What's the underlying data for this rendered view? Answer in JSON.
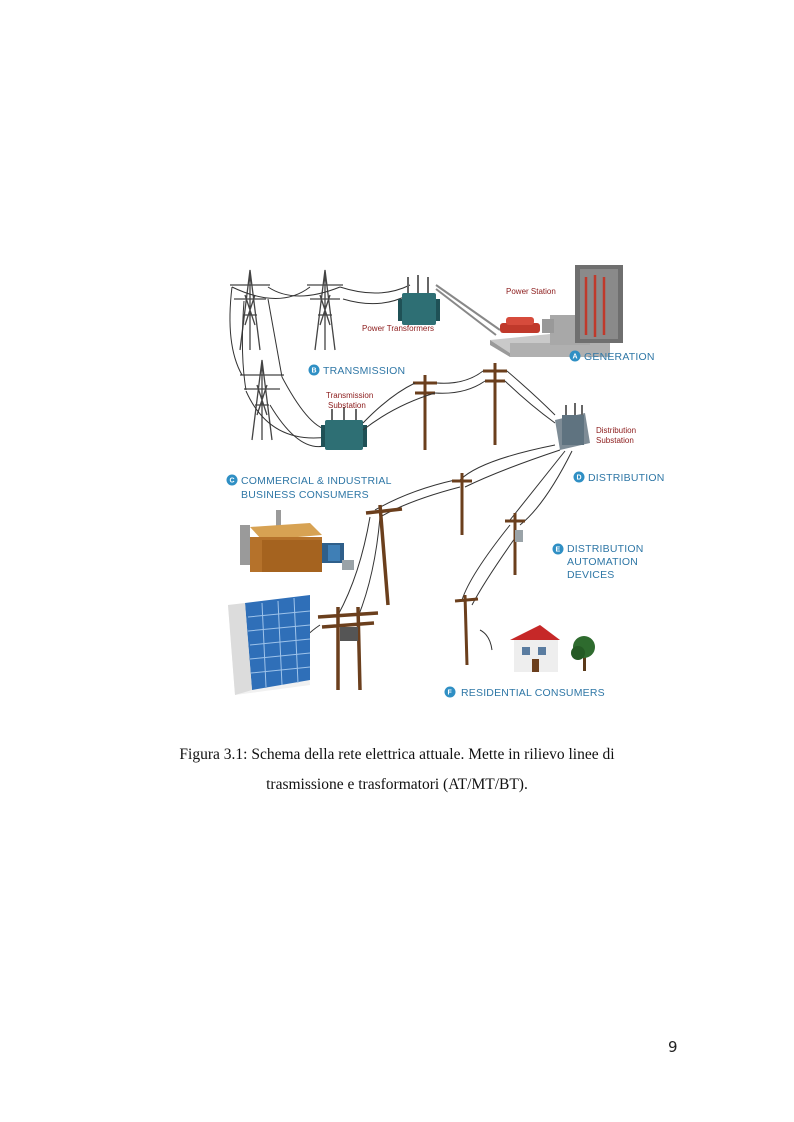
{
  "figure": {
    "labels": {
      "transmission": "TRANSMISSION",
      "generation": "GENERATION",
      "commercial_1": "COMMERCIAL & INDUSTRIAL",
      "commercial_2": "BUSINESS CONSUMERS",
      "distribution": "DISTRIBUTION",
      "automation_1": "DISTRIBUTION",
      "automation_2": "AUTOMATION",
      "automation_3": "DEVICES",
      "residential": "RESIDENTIAL CONSUMERS",
      "power_station": "Power Station",
      "power_transformers": "Power Transformers",
      "transmission_substation_1": "Transmission",
      "transmission_substation_2": "Substation",
      "distribution_substation_1": "Distribution",
      "distribution_substation_2": "Substation"
    },
    "badges": {
      "a": "A",
      "b": "B",
      "c": "C",
      "d": "D",
      "e": "E",
      "f": "F"
    },
    "colors": {
      "label_blue": "#2f77a6",
      "sub_label_red": "#8b1a1a",
      "badge_blue": "#2f8fc4"
    }
  },
  "caption": {
    "line1": "Figura 3.1: Schema della rete elettrica attuale. Mette in rilievo linee di",
    "line2": "trasmissione e trasformatori (AT/MT/BT)."
  },
  "page_number": "9"
}
